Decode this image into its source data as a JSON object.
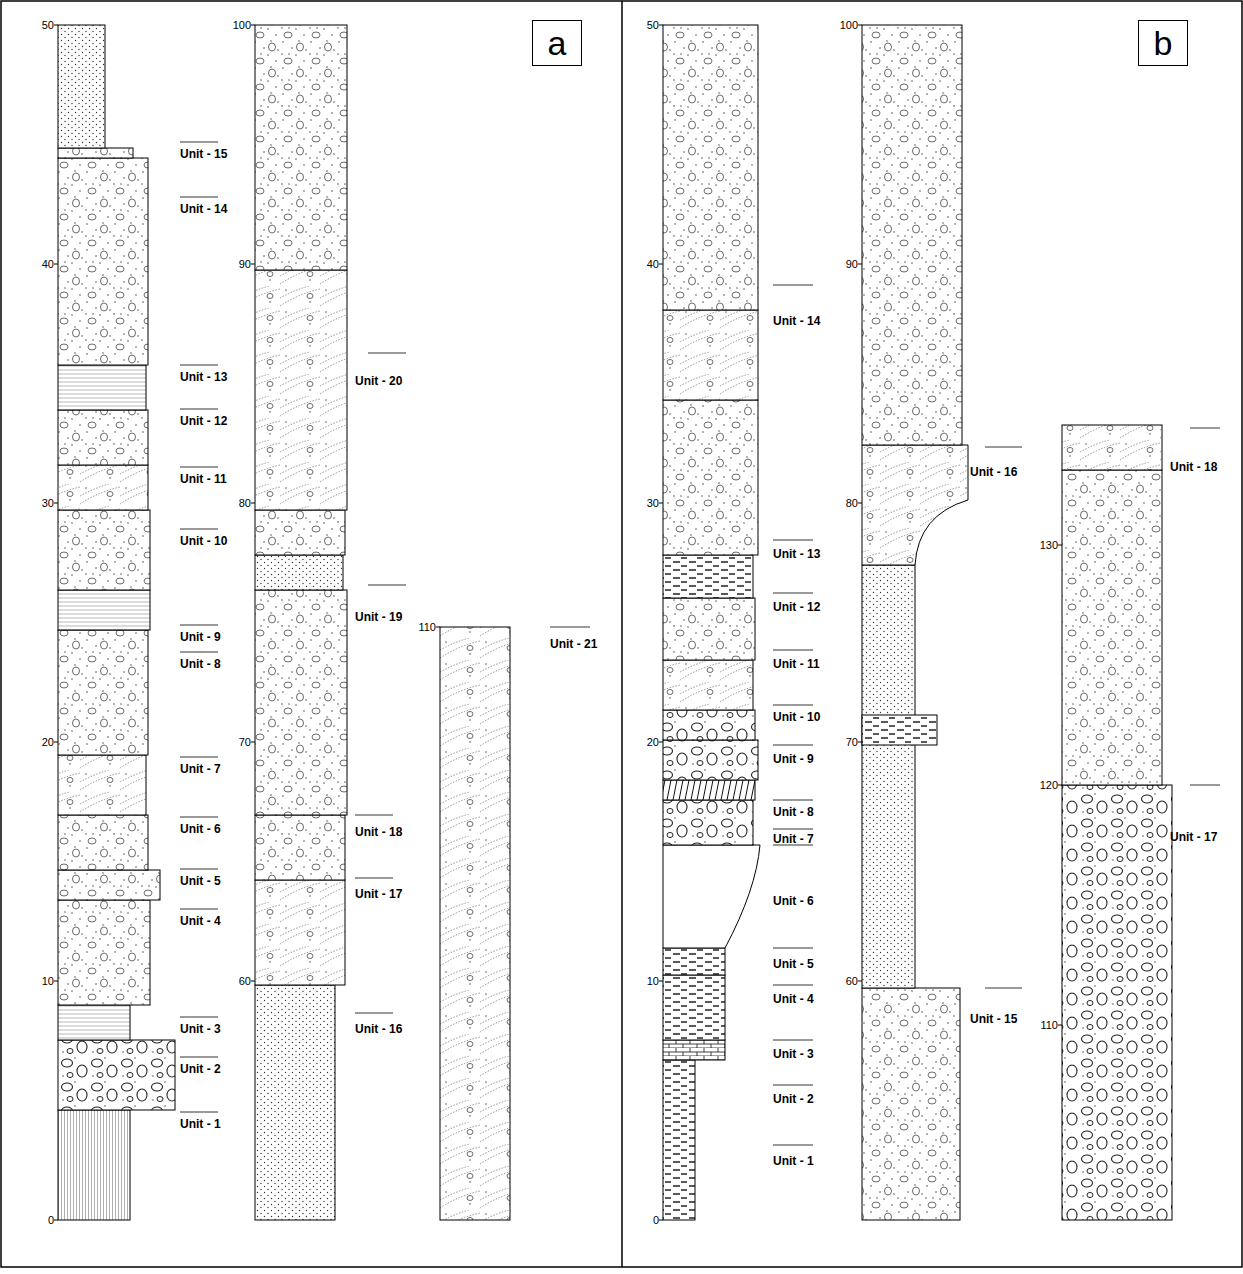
{
  "diagram": {
    "nodes": [
      {
        "text": [
          "a"
        ]
      },
      {
        "text": [
          "b"
        ]
      }
    ],
    "labels": [
      "50",
      "40",
      "30",
      "20",
      "10",
      "0",
      "Unit - 15",
      "Unit - 14",
      "Unit - 13",
      "Unit - 12",
      "Unit - 11",
      "Unit - 10",
      "Unit - 9",
      "Unit - 8",
      "Unit - 7",
      "Unit - 6",
      "Unit - 5",
      "Unit - 4",
      "Unit - 3",
      "Unit - 2",
      "Unit - 1",
      "100",
      "90",
      "80",
      "70",
      "60",
      "Unit - 20",
      "Unit - 19",
      "Unit - 18",
      "Unit - 17",
      "Unit - 16",
      "110",
      "Unit - 21",
      "50",
      "40",
      "30",
      "20",
      "10",
      "0",
      "Unit - 14",
      "Unit - 13",
      "Unit - 12",
      "Unit - 11",
      "Unit - 10",
      "Unit - 9",
      "Unit - 8",
      "Unit - 7",
      "Unit - 6",
      "Unit - 5",
      "Unit - 4",
      "Unit - 3",
      "Unit - 2",
      "Unit - 1",
      "100",
      "90",
      "80",
      "70",
      "60",
      "Unit - 16",
      "Unit - 15",
      "130",
      "120",
      "110",
      "Unit - 18",
      "Unit - 17"
    ]
  }
}
